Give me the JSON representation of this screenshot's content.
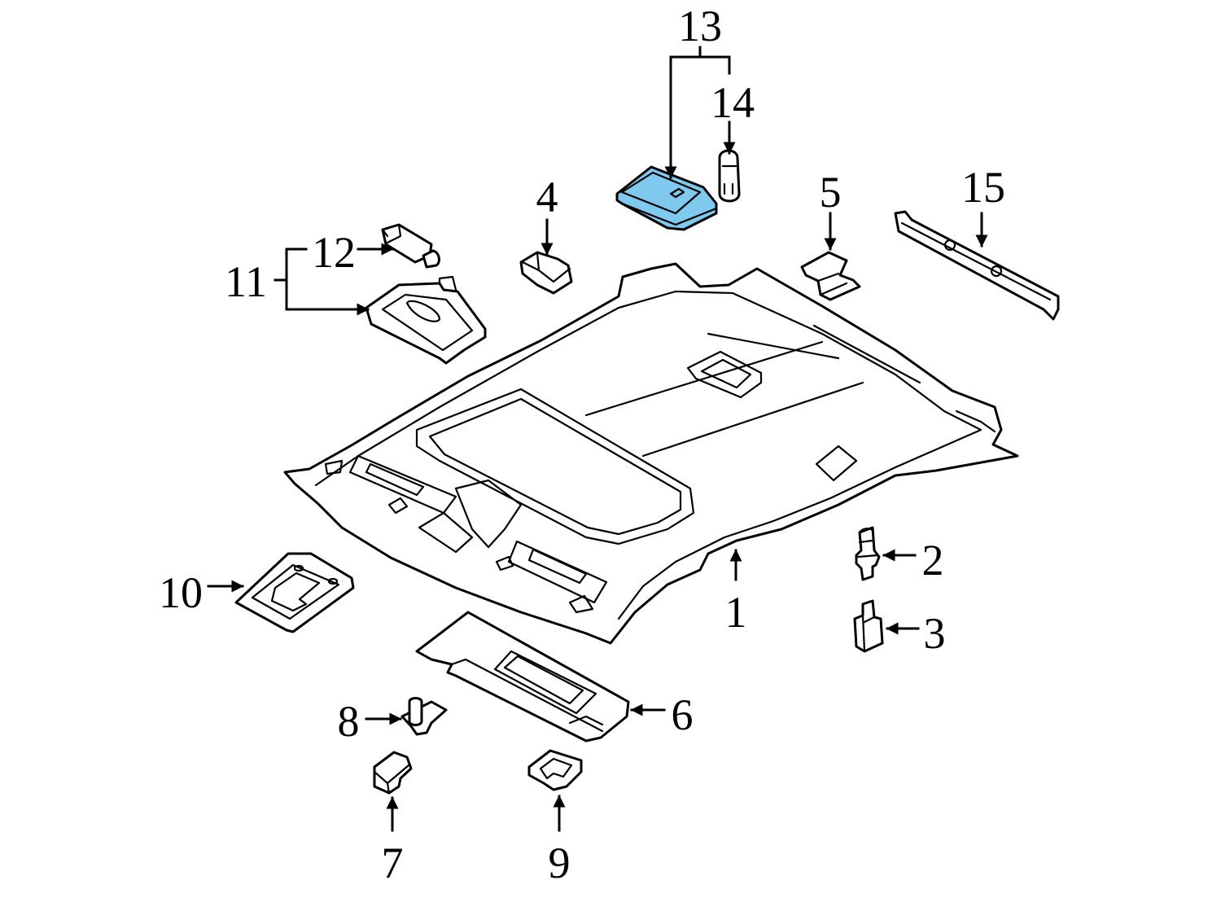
{
  "colors": {
    "line": "#000000",
    "background": "#ffffff",
    "highlight": "#7fc8ee"
  },
  "callouts": {
    "c1": "1",
    "c2": "2",
    "c3": "3",
    "c4": "4",
    "c5": "5",
    "c6": "6",
    "c7": "7",
    "c8": "8",
    "c9": "9",
    "c10": "10",
    "c11": "11",
    "c12": "12",
    "c13": "13",
    "c14": "14",
    "c15": "15"
  }
}
